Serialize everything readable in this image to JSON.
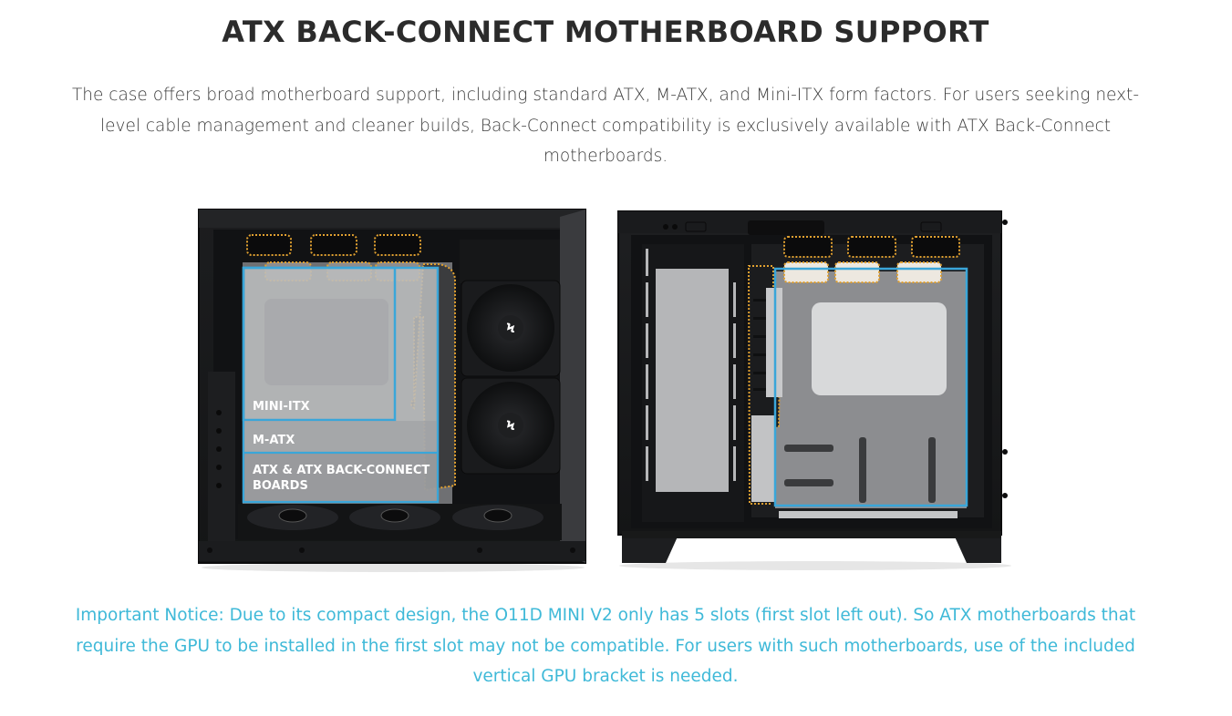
{
  "header": {
    "title": "ATX BACK-CONNECT MOTHERBOARD SUPPORT"
  },
  "intro": {
    "text": "The case offers broad motherboard support, including standard ATX, M-ATX, and Mini-ITX form factors. For users seeking next-level cable management and cleaner builds, Back-Connect compatibility is exclusively available with ATX Back-Connect motherboards."
  },
  "figures": {
    "left": {
      "labels": {
        "mini_itx": "MINI-ITX",
        "m_atx": "M-ATX",
        "atx_line1": "ATX & ATX BACK-CONNECT",
        "atx_line2": "BOARDS"
      }
    }
  },
  "notice": {
    "text": "Important Notice: Due to its compact design, the O11D MINI V2 only has 5 slots (first slot left out). So ATX motherboards that require the GPU to be installed in the first slot may not be compatible. For users with such motherboards, use of the included vertical GPU bracket is needed."
  },
  "colors": {
    "outline_blue": "#3aa6d9",
    "cutout_orange": "#e0a030",
    "notice_text": "#3fb9d8",
    "case_black": "#1a1b1d"
  }
}
